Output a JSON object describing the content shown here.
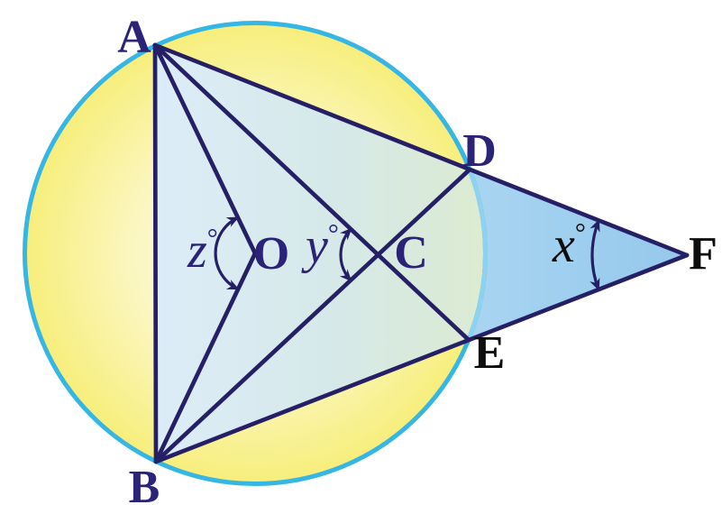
{
  "figure": {
    "points": {
      "a": "A",
      "b": "B",
      "c": "C",
      "d": "D",
      "e": "E",
      "f": "F",
      "o": "O"
    },
    "angles": {
      "z": "z",
      "y": "y",
      "x": "x",
      "degree": "°"
    },
    "colors": {
      "line_navy": "#252065",
      "label_navy": "#2a2378",
      "label_black": "#0d0d0d",
      "circle_stroke": "#36b6e4",
      "arc_de_light": "#8ed2f0",
      "yellow_center": "#fdfbdf",
      "yellow_mid": "#fbf7c4",
      "yellow_edge": "#f7ee7b",
      "pastel_blue": "#dcecf8",
      "pastel_teal": "#d6e9e8",
      "pastel_green": "#dcebd0",
      "sky_light": "#a8d5f1",
      "sky_deep": "#95c8ec"
    }
  }
}
